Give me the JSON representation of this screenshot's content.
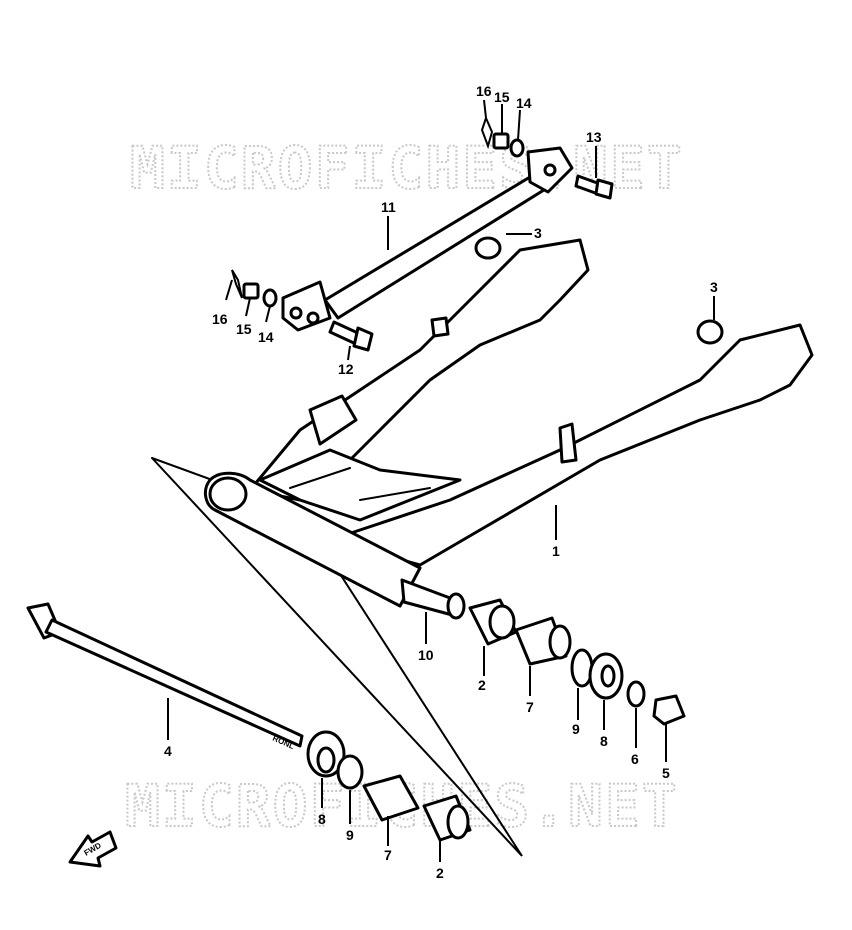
{
  "watermark": {
    "top_text": "MICROFICHES.NET",
    "bottom_text": "MICROFICHES.NET",
    "color": "#c9c9c9"
  },
  "fwd_arrow_label": "FWD",
  "callouts": [
    {
      "id": "c1",
      "label": "1"
    },
    {
      "id": "c2a",
      "label": "2"
    },
    {
      "id": "c2b",
      "label": "2"
    },
    {
      "id": "c3a",
      "label": "3"
    },
    {
      "id": "c3b",
      "label": "3"
    },
    {
      "id": "c4",
      "label": "4"
    },
    {
      "id": "c5",
      "label": "5"
    },
    {
      "id": "c6",
      "label": "6"
    },
    {
      "id": "c7a",
      "label": "7"
    },
    {
      "id": "c7b",
      "label": "7"
    },
    {
      "id": "c8a",
      "label": "8"
    },
    {
      "id": "c8b",
      "label": "8"
    },
    {
      "id": "c9a",
      "label": "9"
    },
    {
      "id": "c9b",
      "label": "9"
    },
    {
      "id": "c10",
      "label": "10"
    },
    {
      "id": "c11",
      "label": "11"
    },
    {
      "id": "c12",
      "label": "12"
    },
    {
      "id": "c13",
      "label": "13"
    },
    {
      "id": "c14a",
      "label": "14"
    },
    {
      "id": "c14b",
      "label": "14"
    },
    {
      "id": "c15a",
      "label": "15"
    },
    {
      "id": "c15b",
      "label": "15"
    },
    {
      "id": "c16a",
      "label": "16"
    },
    {
      "id": "c16b",
      "label": "16"
    }
  ]
}
